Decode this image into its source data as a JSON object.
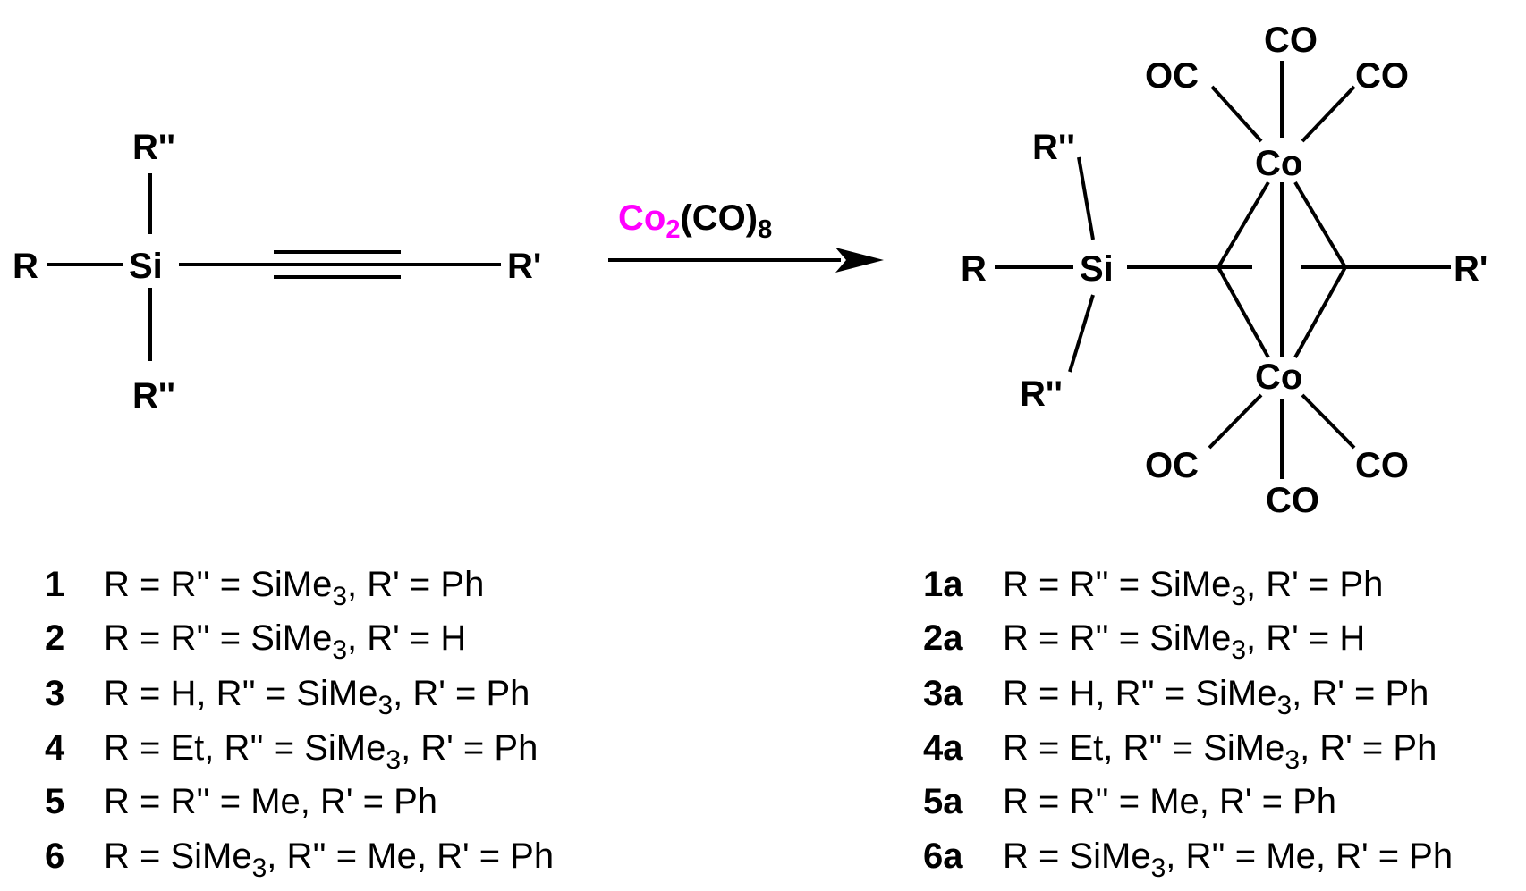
{
  "colors": {
    "silicon": "#1a1aff",
    "cobalt": "#ff00ff",
    "bond": "#000000"
  },
  "reagent": {
    "prefix": "Co",
    "sub1": "2",
    "mid": "(CO)",
    "sub2": "8"
  },
  "reactant": {
    "R": "R",
    "R_top": "R''",
    "R_bottom": "R''",
    "Si": "Si",
    "R_prime": "R'"
  },
  "product": {
    "R": "R",
    "R_top": "R''",
    "R_bottom": "R''",
    "Si": "Si",
    "R_prime": "R'",
    "Co_top": "Co",
    "Co_bottom": "Co",
    "co_ligands": [
      "OC",
      "CO",
      "CO",
      "OC",
      "CO",
      "CO"
    ]
  },
  "compounds_left": [
    {
      "num": "1",
      "a": "R = R'' = SiMe",
      "sub": "3",
      "b": ", R' = Ph"
    },
    {
      "num": "2",
      "a": "R = R'' = SiMe",
      "sub": "3",
      "b": ", R' = H"
    },
    {
      "num": "3",
      "a": "R = H, R'' = SiMe",
      "sub": "3",
      "b": ", R' = Ph"
    },
    {
      "num": "4",
      "a": "R = Et, R'' = SiMe",
      "sub": "3",
      "b": ", R' = Ph"
    },
    {
      "num": "5",
      "a": "R = R'' = Me, R' = Ph",
      "sub": "",
      "b": ""
    },
    {
      "num": "6",
      "a": "R = SiMe",
      "sub": "3",
      "b": ", R'' = Me, R' = Ph"
    }
  ],
  "compounds_right": [
    {
      "num": "1a",
      "a": "R = R'' = SiMe",
      "sub": "3",
      "b": ", R' = Ph"
    },
    {
      "num": "2a",
      "a": "R = R'' = SiMe",
      "sub": "3",
      "b": ", R' = H"
    },
    {
      "num": "3a",
      "a": "R = H, R'' = SiMe",
      "sub": "3",
      "b": ", R' = Ph"
    },
    {
      "num": "4a",
      "a": "R = Et, R'' = SiMe",
      "sub": "3",
      "b": ", R' = Ph"
    },
    {
      "num": "5a",
      "a": "R = R'' = Me, R' = Ph",
      "sub": "",
      "b": ""
    },
    {
      "num": "6a",
      "a": "R = SiMe",
      "sub": "3",
      "b": ", R'' = Me, R' = Ph"
    }
  ]
}
